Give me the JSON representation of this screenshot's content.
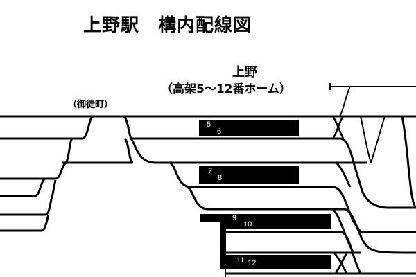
{
  "title": "上野駅　構内配線図",
  "station": {
    "name": "上野",
    "subtitle": "（高架5～12番ホーム）"
  },
  "neighbor_label": "（御徒町）",
  "platforms": [
    {
      "a": "5",
      "b": "6"
    },
    {
      "a": "7",
      "b": "8"
    },
    {
      "a": "9",
      "b": "10"
    },
    {
      "a": "11",
      "b": "12"
    }
  ],
  "colors": {
    "track": "#000000",
    "platform": "#000000",
    "background": "#ffffff"
  }
}
